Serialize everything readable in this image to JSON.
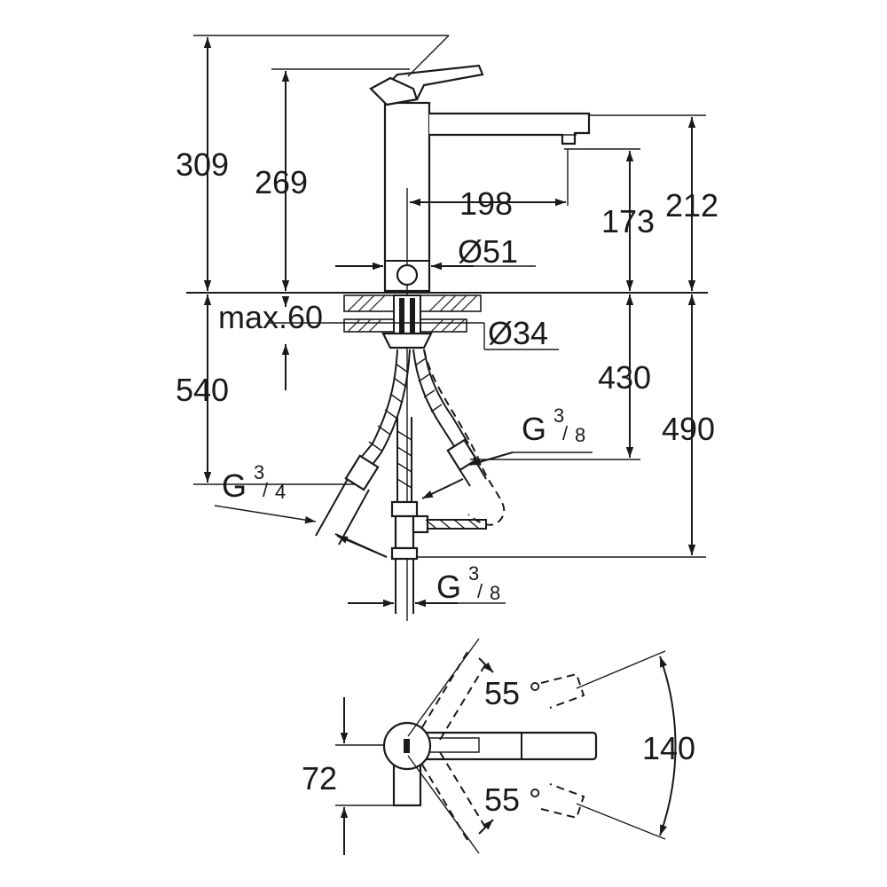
{
  "colors": {
    "line": "#1a1a1a",
    "background": "#ffffff"
  },
  "dimensions": {
    "total_height": "309",
    "lever_height": "269",
    "spout_height_total": "212",
    "spout_outlet_height": "173",
    "spout_reach": "198",
    "body_diameter": "Ø51",
    "hole_diameter": "Ø34",
    "max_countertop": "max.60",
    "hose_length_left": "540",
    "hose_length_right_upper": "430",
    "hose_length_right": "490",
    "plan_width": "72",
    "plan_depth": "140",
    "swivel_angle_top": "55 °",
    "swivel_angle_bottom": "55 °"
  },
  "threads": {
    "left": {
      "label": "G",
      "num": "3",
      "den": "4"
    },
    "right": {
      "label": "G",
      "num": "3",
      "den": "8"
    },
    "bottom": {
      "label": "G",
      "num": "3",
      "den": "8"
    }
  }
}
